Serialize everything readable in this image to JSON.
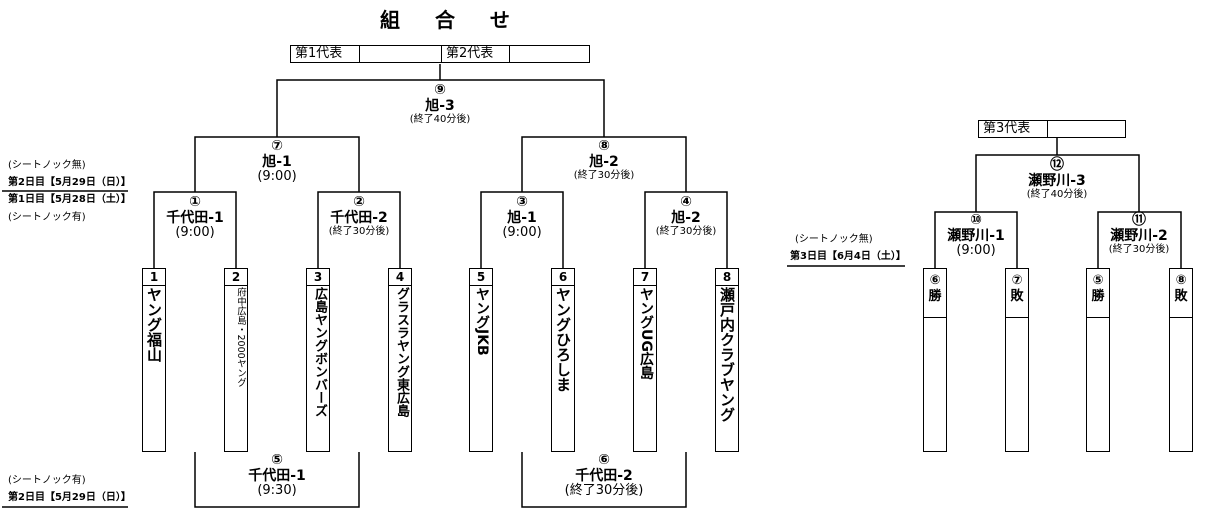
{
  "title": "組 合 せ",
  "header_boxes": {
    "rep1": "第1代表",
    "rep2": "第2代表",
    "rep3": "第3代表"
  },
  "matches": {
    "m1": {
      "num": "①",
      "name": "千代田-1",
      "time": "(9:00)"
    },
    "m2": {
      "num": "②",
      "name": "千代田-2",
      "time": "(終了30分後)"
    },
    "m3": {
      "num": "③",
      "name": "旭-1",
      "time": "(9:00)"
    },
    "m4": {
      "num": "④",
      "name": "旭-2",
      "time": "(終了30分後)"
    },
    "m5": {
      "num": "⑤",
      "name": "千代田-1",
      "time": "(9:30)"
    },
    "m6": {
      "num": "⑥",
      "name": "千代田-2",
      "time": "(終了30分後)"
    },
    "m7": {
      "num": "⑦",
      "name": "旭-1",
      "time": "(9:00)"
    },
    "m8": {
      "num": "⑧",
      "name": "旭-2",
      "time": "(終了30分後)"
    },
    "m9": {
      "num": "⑨",
      "name": "旭-3",
      "time": "(終了40分後)"
    },
    "m10": {
      "num": "⑩",
      "name": "瀬野川-1",
      "time": "(9:00)"
    },
    "m11": {
      "num": "⑪",
      "name": "瀬野川-2",
      "time": "(終了30分後)"
    },
    "m12": {
      "num": "⑫",
      "name": "瀬野川-3",
      "time": "(終了40分後)"
    }
  },
  "teams": [
    {
      "num": "1",
      "name": "ヤング福山"
    },
    {
      "num": "2",
      "name": "府中広島・2000ヤング"
    },
    {
      "num": "3",
      "name": "広島ヤングボンバーズ"
    },
    {
      "num": "4",
      "name": "グラスラヤング東広島"
    },
    {
      "num": "5",
      "name": "ヤングJKB"
    },
    {
      "num": "6",
      "name": "ヤングひろしま"
    },
    {
      "num": "7",
      "name": "ヤングUG広島"
    },
    {
      "num": "8",
      "name": "瀬戸内クラブヤング"
    }
  ],
  "slots": [
    {
      "num": "⑥",
      "label": "勝"
    },
    {
      "num": "⑦",
      "label": "敗"
    },
    {
      "num": "⑤",
      "label": "勝"
    },
    {
      "num": "⑧",
      "label": "敗"
    }
  ],
  "notes": {
    "n1a": "(シートノック無)",
    "n1b": "第2日目【5月29日（日）】",
    "n2a": "第1日目【5月28日（土）】",
    "n2b": "(シートノック有)",
    "n3a": "(シートノック有)",
    "n3b": "第2日目【5月29日（日）】",
    "n4a": "(シートノック無)",
    "n4b": "第3日目【6月4日（土）】"
  }
}
